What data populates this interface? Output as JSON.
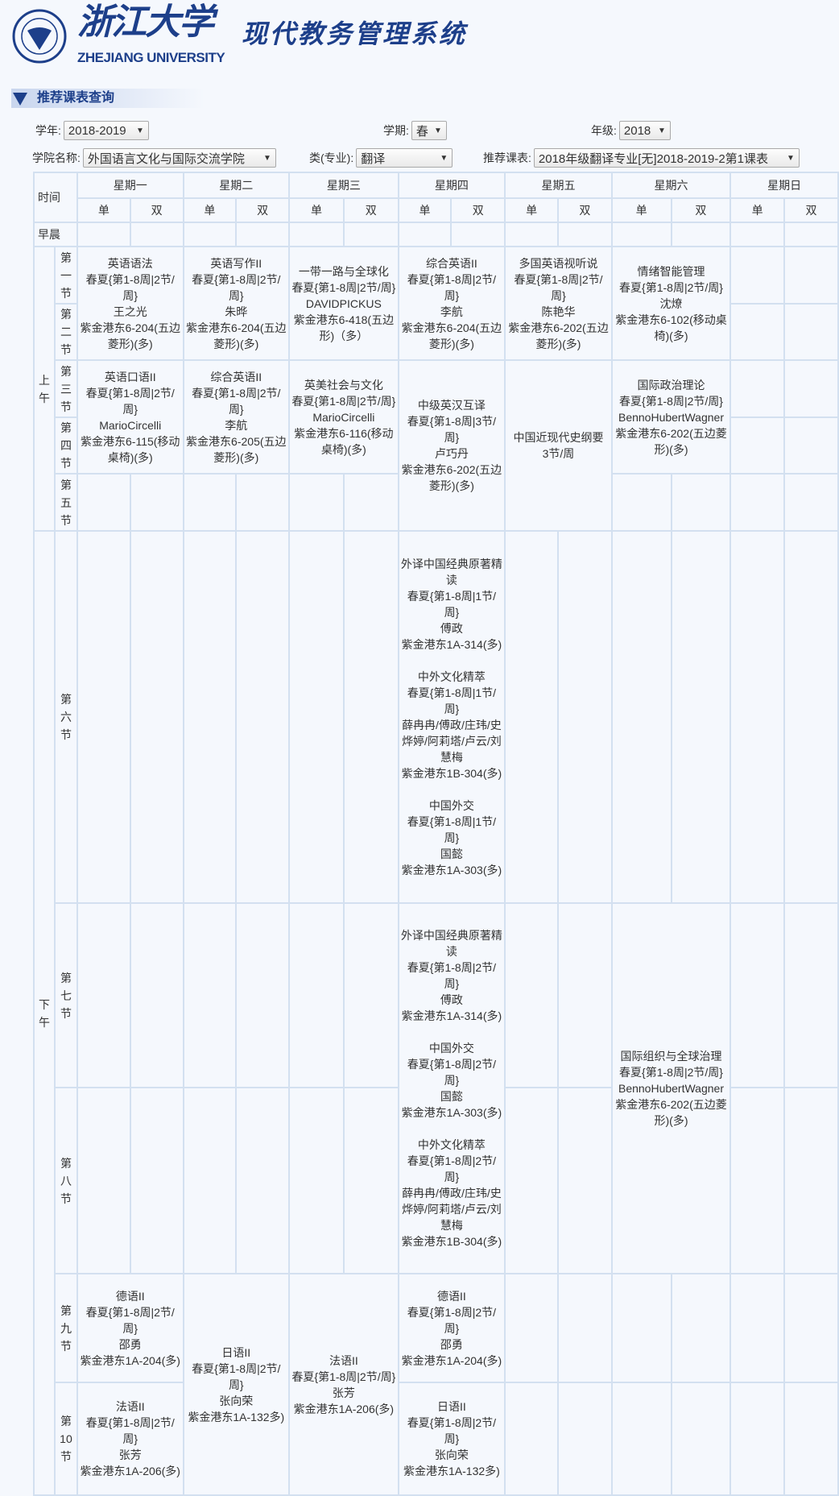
{
  "header": {
    "university_cn": "浙江大学",
    "university_en": "ZHEJIANG UNIVERSITY",
    "system_name": "现代教务管理系统"
  },
  "section_title": "推荐课表查询",
  "filters": {
    "year_label": "学年:",
    "year_value": "2018-2019",
    "term_label": "学期:",
    "term_value": "春",
    "grade_label": "年级:",
    "grade_value": "2018",
    "college_label": "学院名称:",
    "college_value": "外国语言文化与国际交流学院",
    "major_label": "类(专业):",
    "major_value": "翻译",
    "schedule_label": "推荐课表:",
    "schedule_value": "2018年级翻译专业[无]2018-2019-2第1课表"
  },
  "table": {
    "time_header": "时间",
    "days": [
      "星期一",
      "星期二",
      "星期三",
      "星期四",
      "星期五",
      "星期六",
      "星期日"
    ],
    "odd": "单",
    "even": "双",
    "early": "早晨",
    "morning": "上\n午",
    "afternoon": "下\n午",
    "periods": [
      "第\n一\n节",
      "第\n二\n节",
      "第\n三\n节",
      "第\n四\n节",
      "第\n五\n节",
      "第\n六\n节",
      "第\n七\n节",
      "第\n八\n节",
      "第\n九\n节",
      "第\n10\n节"
    ],
    "courses": {
      "mon_12": "英语语法\n春夏{第1-8周|2节/周}\n王之光\n紫金港东6-204(五边菱形)(多)",
      "tue_12": "英语写作II\n春夏{第1-8周|2节/周}\n朱晔\n紫金港东6-204(五边菱形)(多)",
      "wed_12": "一带一路与全球化\n春夏{第1-8周|2节/周}\nDAVIDPICKUS\n紫金港东6-418(五边形)（多）",
      "thu_12": "综合英语II\n春夏{第1-8周|2节/周}\n李航\n紫金港东6-204(五边菱形)(多)",
      "fri_12": "多国英语视听说\n春夏{第1-8周|2节/周}\n陈艳华\n紫金港东6-202(五边菱形)(多)",
      "sat_12": "情绪智能管理\n春夏{第1-8周|2节/周}\n沈燎\n紫金港东6-102(移动桌椅)(多)",
      "mon_34": "英语口语II\n春夏{第1-8周|2节/周}\nMarioCircelli\n紫金港东6-115(移动桌椅)(多)",
      "tue_34": "综合英语II\n春夏{第1-8周|2节/周}\n李航\n紫金港东6-205(五边菱形)(多)",
      "wed_34": "英美社会与文化\n春夏{第1-8周|2节/周}\nMarioCircelli\n紫金港东6-116(移动桌椅)(多)",
      "thu_345": "中级英汉互译\n春夏{第1-8周|3节/周}\n卢巧丹\n紫金港东6-202(五边菱形)(多)",
      "fri_345": "中国近现代史纲要\n3节/周",
      "sat_34": "国际政治理论\n春夏{第1-8周|2节/周}\nBennoHubertWagner\n紫金港东6-202(五边菱形)(多)",
      "thu_6": "外译中国经典原著精读\n春夏{第1-8周|1节/周}\n傅政\n紫金港东1A-314(多)\n\n中外文化精萃\n春夏{第1-8周|1节/周}\n薛冉冉/傅政/庄玮/史烨婷/阿莉塔/卢云/刘慧梅\n紫金港东1B-304(多)\n\n中国外交\n春夏{第1-8周|1节/周}\n国懿\n紫金港东1A-303(多)",
      "thu_78": "外译中国经典原著精读\n春夏{第1-8周|2节/周}\n傅政\n紫金港东1A-314(多)\n\n中国外交\n春夏{第1-8周|2节/周}\n国懿\n紫金港东1A-303(多)\n\n中外文化精萃\n春夏{第1-8周|2节/周}\n薛冉冉/傅政/庄玮/史烨婷/阿莉塔/卢云/刘慧梅\n紫金港东1B-304(多)",
      "sat_78": "国际组织与全球治理\n春夏{第1-8周|2节/周}\nBennoHubertWagner\n紫金港东6-202(五边菱形)(多)",
      "mon_9": "德语II\n春夏{第1-8周|2节/周}\n邵勇\n紫金港东1A-204(多)",
      "mon_10": "法语II\n春夏{第1-8周|2节/周}\n张芳\n紫金港东1A-206(多)",
      "tue_910": "日语II\n春夏{第1-8周|2节/周}\n张向荣\n紫金港东1A-132多)",
      "wed_910": "法语II\n春夏{第1-8周|2节/周}\n张芳\n紫金港东1A-206(多)",
      "thu_9": "德语II\n春夏{第1-8周|2节/周}\n邵勇\n紫金港东1A-204(多)",
      "thu_10": "日语II\n春夏{第1-8周|2节/周}\n张向荣\n紫金港东1A-132多)"
    }
  },
  "colors": {
    "brand": "#1d3f8a",
    "border": "#d3e0f0",
    "background": "#f5f8fd"
  }
}
